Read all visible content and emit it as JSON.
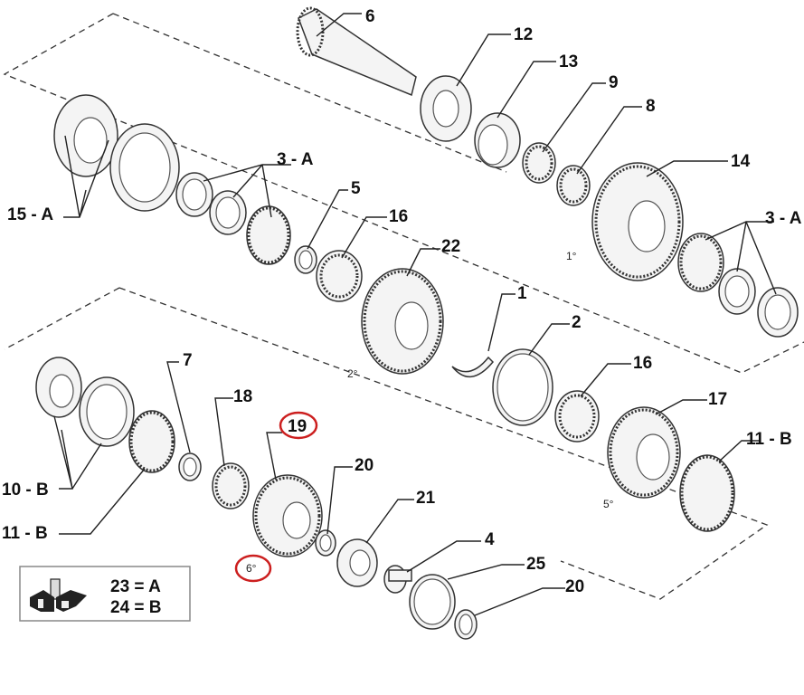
{
  "diagram": {
    "labels": {
      "p6": "6",
      "p12": "12",
      "p13": "13",
      "p9": "9",
      "p8": "8",
      "p14": "14",
      "p3a_left": "3 - A",
      "p5": "5",
      "p16_top": "16",
      "p22": "22",
      "p15a": "15 - A",
      "p3a_right": "3 - A",
      "p1": "1",
      "p2": "2",
      "p7": "7",
      "p16_mid": "16",
      "p18": "18",
      "p19": "19",
      "p17": "17",
      "p11b_right": "11 - B",
      "p20_top": "20",
      "p21": "21",
      "p10b": "10 - B",
      "p11b_left": "11 - B",
      "p4": "4",
      "p25": "25",
      "p20_bottom": "20"
    },
    "gear_marks": {
      "g1": "1°",
      "g2": "2°",
      "g5": "5°",
      "g6": "6°"
    },
    "highlight_color": "#cc1f1f",
    "legend": {
      "row1": "23 = A",
      "row2": "24 = B"
    }
  }
}
